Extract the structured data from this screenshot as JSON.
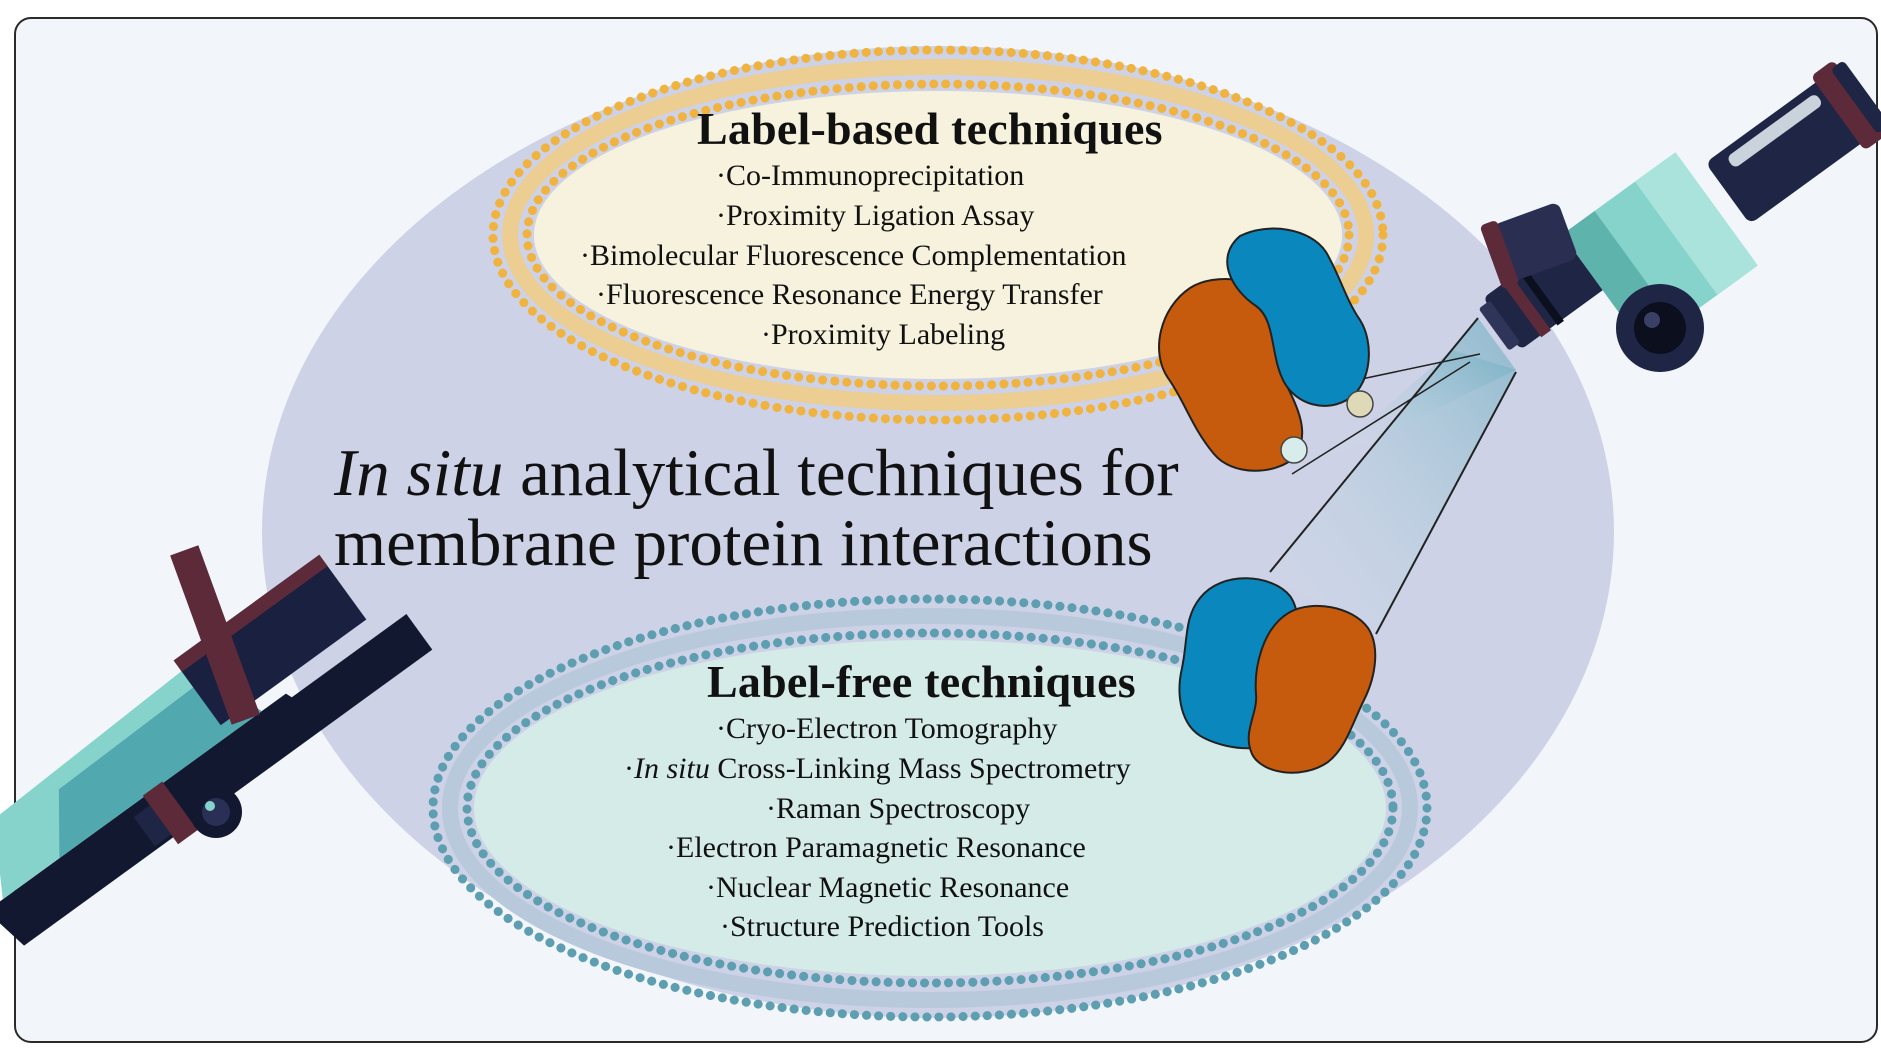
{
  "title": {
    "line1_italic": "In situ",
    "line1_rest": " analytical techniques for",
    "line2": "membrane protein interactions"
  },
  "label_based": {
    "heading": "Label-based techniques",
    "items": [
      "·Co-Immunoprecipitation",
      "·Proximity Ligation Assay",
      "·Bimolecular Fluorescence Complementation",
      "·Fluorescence Resonance Energy Transfer",
      "·Proximity Labeling"
    ]
  },
  "label_free": {
    "heading": "Label-free techniques",
    "items": [
      {
        "prefix": "·",
        "italic": "",
        "rest": "Cryo-Electron Tomography"
      },
      {
        "prefix": "·",
        "italic": "In situ",
        "rest": " Cross-Linking Mass Spectrometry"
      },
      {
        "prefix": "·",
        "italic": "",
        "rest": "Raman Spectroscopy"
      },
      {
        "prefix": "·",
        "italic": "",
        "rest": "Electron Paramagnetic Resonance"
      },
      {
        "prefix": "·",
        "italic": "",
        "rest": "Nuclear Magnetic Resonance"
      },
      {
        "prefix": "·",
        "italic": "",
        "rest": "Structure Prediction Tools"
      }
    ]
  },
  "colors": {
    "background": "#f2f5fa",
    "big_ellipse": "#cdd2e6",
    "label_based_fill": "#f7f2dd",
    "label_based_membrane": "#f0b33f",
    "label_free_fill": "#d5ebe8",
    "label_free_membrane": "#5d9eb0",
    "protein_blue": "#0a87bd",
    "protein_orange": "#c65a0d",
    "microscope_body": "#1f2544",
    "microscope_accent": "#86d3cc",
    "microscope_maroon": "#5d2a3a"
  },
  "icons": [
    "microscope-icon",
    "microscope-stage-icon",
    "protein-complex-icon",
    "lipid-bilayer-icon"
  ]
}
